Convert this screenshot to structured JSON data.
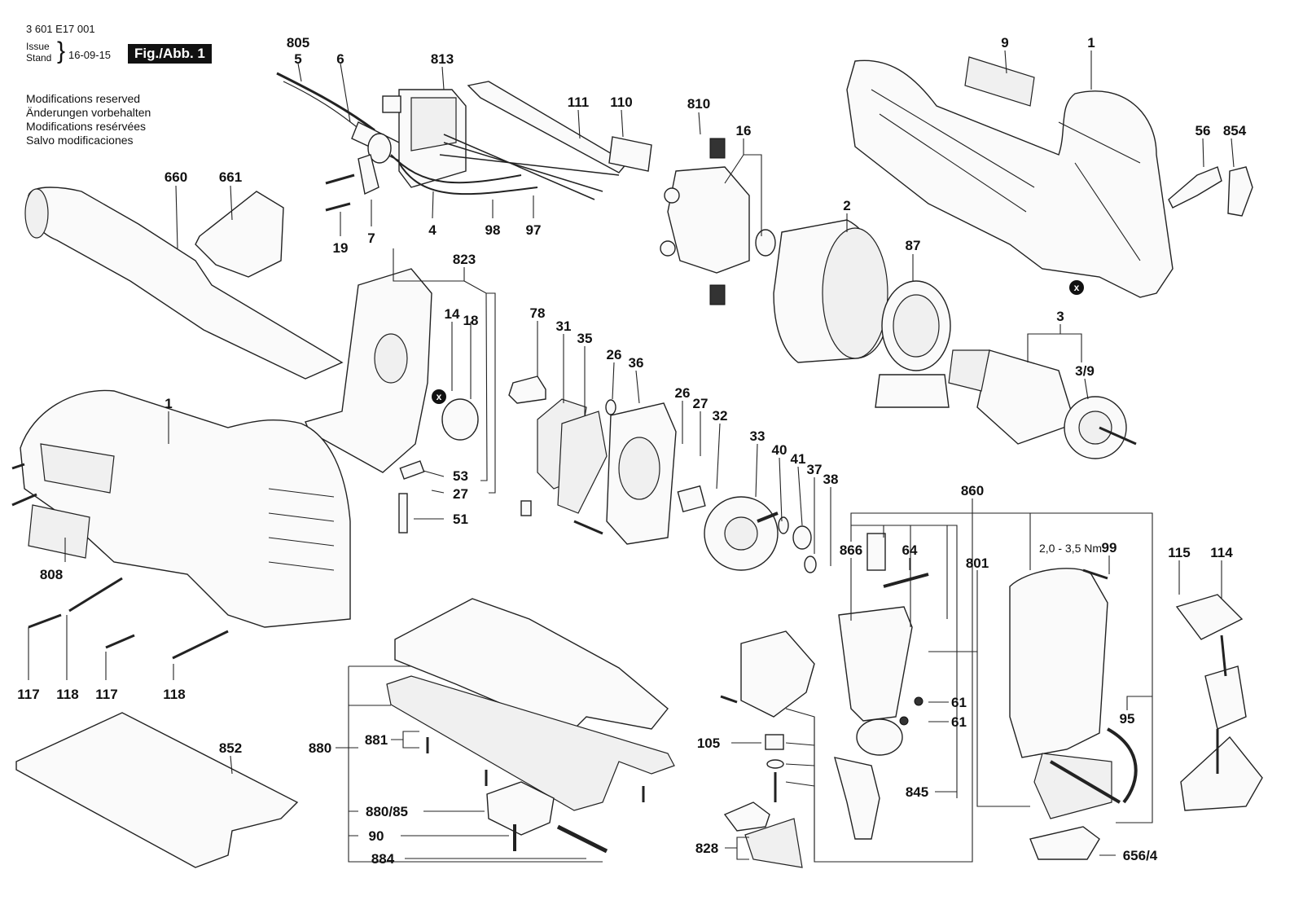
{
  "header": {
    "doc_number": "3 601 E17 001",
    "issue_label": "Issue",
    "stand_label": "Stand",
    "issue_date": "16-09-15",
    "figure_label": "Fig./Abb. 1"
  },
  "notes": [
    "Modifications reserved",
    "Änderungen vorbehalten",
    "Modifications resérvées",
    "Salvo modificaciones"
  ],
  "torque_spec": "2,0 - 3,5 Nm",
  "callouts": {
    "c805": "805",
    "c5": "5",
    "c6": "6",
    "c813": "813",
    "c9": "9",
    "c1_top": "1",
    "c111": "111",
    "c110": "110",
    "c810": "810",
    "c16": "16",
    "c56": "56",
    "c854": "854",
    "c660": "660",
    "c661": "661",
    "c19": "19",
    "c7": "7",
    "c4": "4",
    "c98": "98",
    "c97": "97",
    "c2": "2",
    "c87": "87",
    "c823": "823",
    "c14": "14",
    "c18": "18",
    "c78": "78",
    "c31": "31",
    "c35": "35",
    "c26a": "26",
    "c36": "36",
    "c3": "3",
    "c3_9": "3/9",
    "c1_left": "1",
    "c26b": "26",
    "c27a": "27",
    "c32": "32",
    "c33": "33",
    "c40": "40",
    "c41": "41",
    "c37": "37",
    "c38": "38",
    "c53": "53",
    "c27b": "27",
    "c51": "51",
    "c808": "808",
    "c860": "860",
    "c866": "866",
    "c64": "64",
    "c801": "801",
    "c99": "99",
    "c115": "115",
    "c114": "114",
    "c117a": "117",
    "c118a": "118",
    "c117b": "117",
    "c118b": "118",
    "c61a": "61",
    "c61b": "61",
    "c95": "95",
    "c852": "852",
    "c880": "880",
    "c881": "881",
    "c105": "105",
    "c845": "845",
    "c880_85": "880/85",
    "c90": "90",
    "c884": "884",
    "c828": "828",
    "c656_4": "656/4",
    "x1": "x",
    "x2": "x"
  }
}
